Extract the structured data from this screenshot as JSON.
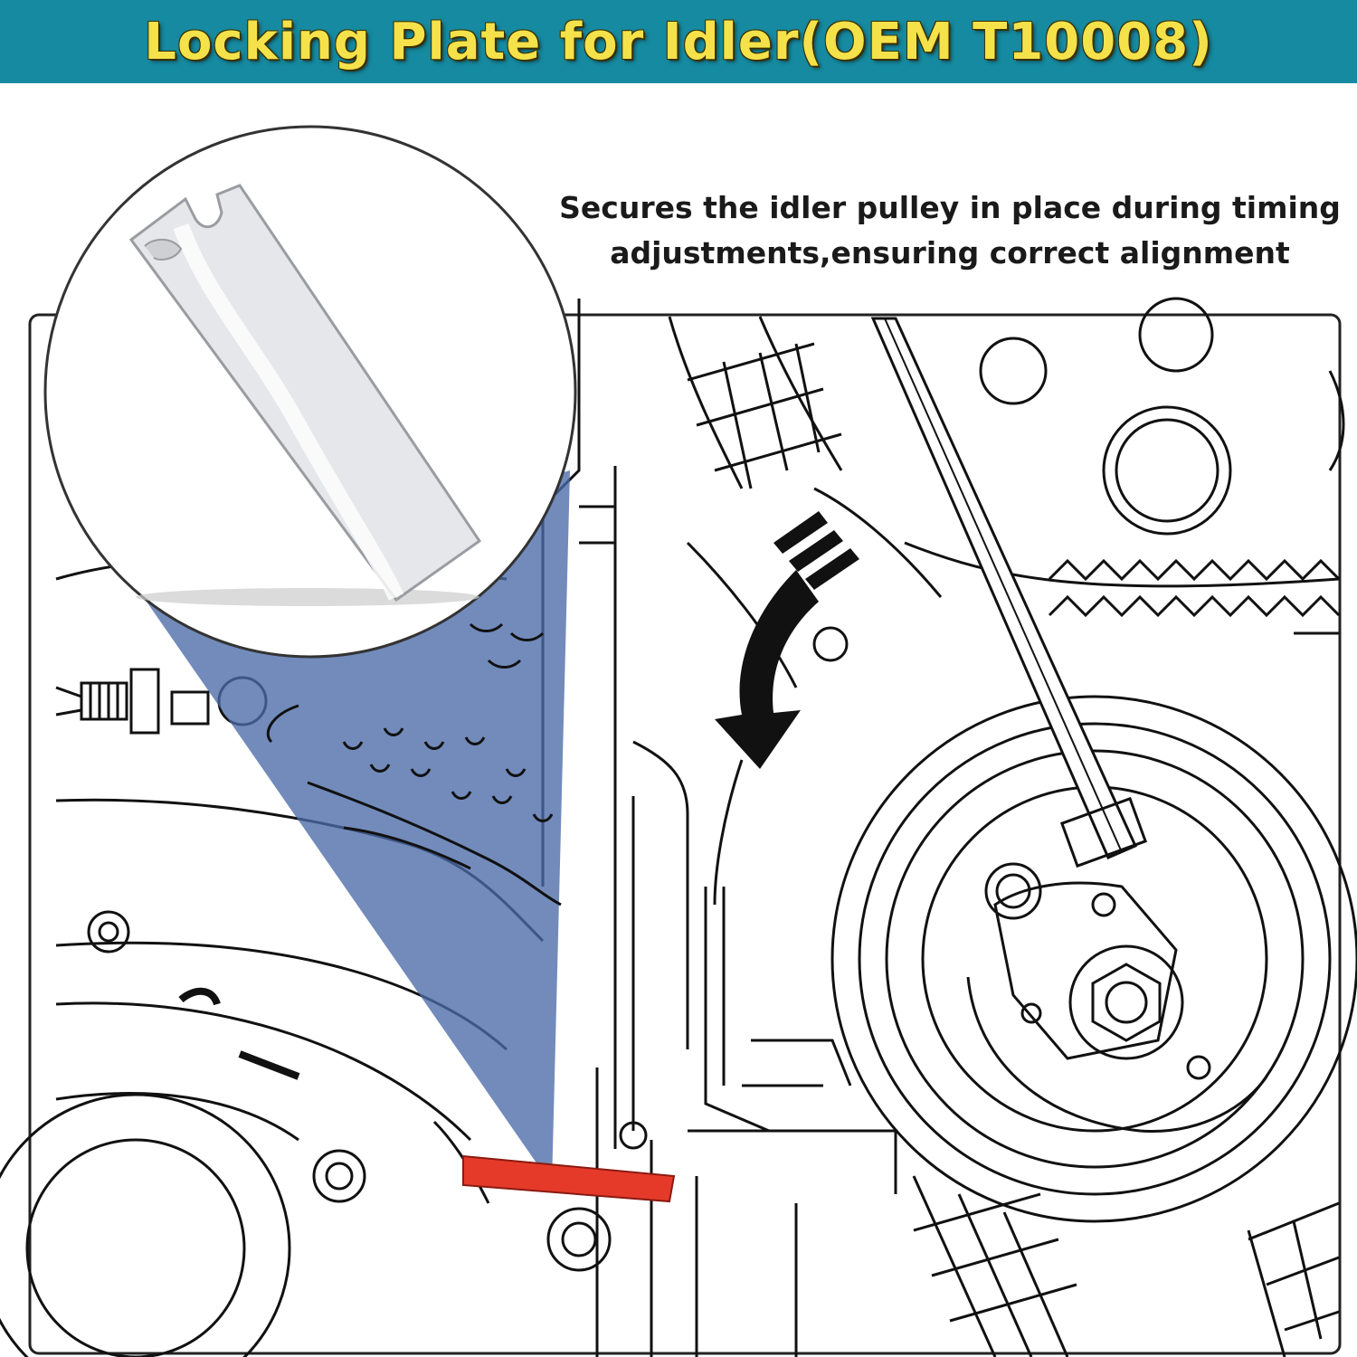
{
  "header": {
    "title": "Locking Plate for Idler(OEM T10008)",
    "background_color": "#168aa0",
    "title_color": "#f5e24a"
  },
  "caption": {
    "line1": "Secures the idler pulley in place during timing",
    "line2": "adjustments,ensuring correct alignment"
  },
  "illustration": {
    "callout_color": "#4a6aa8",
    "highlight_color": "#e53a2a",
    "tool_icon": "locking-plate-tool",
    "arrow_icon": "rotation-arrow"
  }
}
